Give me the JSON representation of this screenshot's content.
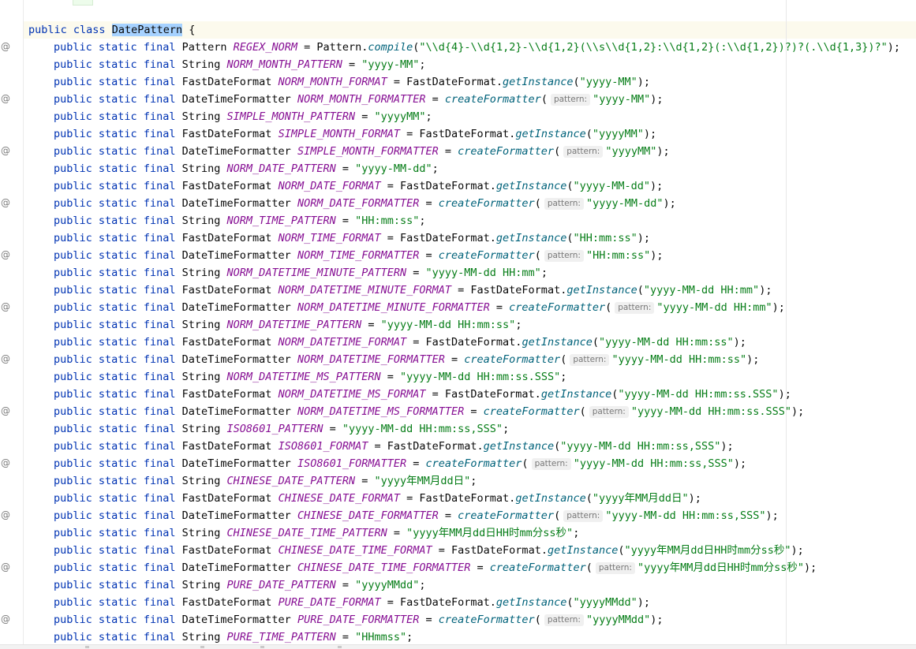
{
  "editor": {
    "class_declaration": {
      "keyword_public": "public",
      "keyword_class": "class",
      "name": "DatePattern",
      "brace": "{"
    },
    "gutter_marker": "@",
    "modifiers": [
      "public",
      "static",
      "final"
    ],
    "lines": [
      {
        "type": "Pattern",
        "name": "REGEX_NORM",
        "pre": "Pattern.",
        "call": "compile",
        "open": "(",
        "hint": "",
        "arg": "\"\\\\d{4}-\\\\d{1,2}-\\\\d{1,2}(\\\\s\\\\d{1,2}:\\\\d{1,2}(:\\\\d{1,2})?)?(.\\\\d{1,3})?\"",
        "close": ");",
        "marker": true
      },
      {
        "type": "String",
        "name": "NORM_MONTH_PATTERN",
        "arg": "\"yyyy-MM\"",
        "close": ";",
        "marker": false
      },
      {
        "type": "FastDateFormat",
        "name": "NORM_MONTH_FORMAT",
        "pre": "FastDateFormat.",
        "call": "getInstance",
        "open": "(",
        "hint": "",
        "arg": "\"yyyy-MM\"",
        "close": ");",
        "marker": false
      },
      {
        "type": "DateTimeFormatter",
        "name": "NORM_MONTH_FORMATTER",
        "pre": "",
        "call": "createFormatter",
        "open": "(",
        "hint": "pattern:",
        "arg": "\"yyyy-MM\"",
        "close": ");",
        "marker": true
      },
      {
        "type": "String",
        "name": "SIMPLE_MONTH_PATTERN",
        "arg": "\"yyyyMM\"",
        "close": ";",
        "marker": false
      },
      {
        "type": "FastDateFormat",
        "name": "SIMPLE_MONTH_FORMAT",
        "pre": "FastDateFormat.",
        "call": "getInstance",
        "open": "(",
        "hint": "",
        "arg": "\"yyyyMM\"",
        "close": ");",
        "marker": false
      },
      {
        "type": "DateTimeFormatter",
        "name": "SIMPLE_MONTH_FORMATTER",
        "pre": "",
        "call": "createFormatter",
        "open": "(",
        "hint": "pattern:",
        "arg": "\"yyyyMM\"",
        "close": ");",
        "marker": true
      },
      {
        "type": "String",
        "name": "NORM_DATE_PATTERN",
        "arg": "\"yyyy-MM-dd\"",
        "close": ";",
        "marker": false
      },
      {
        "type": "FastDateFormat",
        "name": "NORM_DATE_FORMAT",
        "pre": "FastDateFormat.",
        "call": "getInstance",
        "open": "(",
        "hint": "",
        "arg": "\"yyyy-MM-dd\"",
        "close": ");",
        "marker": false
      },
      {
        "type": "DateTimeFormatter",
        "name": "NORM_DATE_FORMATTER",
        "pre": "",
        "call": "createFormatter",
        "open": "(",
        "hint": "pattern:",
        "arg": "\"yyyy-MM-dd\"",
        "close": ");",
        "marker": true
      },
      {
        "type": "String",
        "name": "NORM_TIME_PATTERN",
        "arg": "\"HH:mm:ss\"",
        "close": ";",
        "marker": false
      },
      {
        "type": "FastDateFormat",
        "name": "NORM_TIME_FORMAT",
        "pre": "FastDateFormat.",
        "call": "getInstance",
        "open": "(",
        "hint": "",
        "arg": "\"HH:mm:ss\"",
        "close": ");",
        "marker": false
      },
      {
        "type": "DateTimeFormatter",
        "name": "NORM_TIME_FORMATTER",
        "pre": "",
        "call": "createFormatter",
        "open": "(",
        "hint": "pattern:",
        "arg": "\"HH:mm:ss\"",
        "close": ");",
        "marker": true
      },
      {
        "type": "String",
        "name": "NORM_DATETIME_MINUTE_PATTERN",
        "arg": "\"yyyy-MM-dd HH:mm\"",
        "close": ";",
        "marker": false
      },
      {
        "type": "FastDateFormat",
        "name": "NORM_DATETIME_MINUTE_FORMAT",
        "pre": "FastDateFormat.",
        "call": "getInstance",
        "open": "(",
        "hint": "",
        "arg": "\"yyyy-MM-dd HH:mm\"",
        "close": ");",
        "marker": false
      },
      {
        "type": "DateTimeFormatter",
        "name": "NORM_DATETIME_MINUTE_FORMATTER",
        "pre": "",
        "call": "createFormatter",
        "open": "(",
        "hint": "pattern:",
        "arg": "\"yyyy-MM-dd HH:mm\"",
        "close": ");",
        "marker": true
      },
      {
        "type": "String",
        "name": "NORM_DATETIME_PATTERN",
        "arg": "\"yyyy-MM-dd HH:mm:ss\"",
        "close": ";",
        "marker": false
      },
      {
        "type": "FastDateFormat",
        "name": "NORM_DATETIME_FORMAT",
        "pre": "FastDateFormat.",
        "call": "getInstance",
        "open": "(",
        "hint": "",
        "arg": "\"yyyy-MM-dd HH:mm:ss\"",
        "close": ");",
        "marker": false
      },
      {
        "type": "DateTimeFormatter",
        "name": "NORM_DATETIME_FORMATTER",
        "pre": "",
        "call": "createFormatter",
        "open": "(",
        "hint": "pattern:",
        "arg": "\"yyyy-MM-dd HH:mm:ss\"",
        "close": ");",
        "marker": true
      },
      {
        "type": "String",
        "name": "NORM_DATETIME_MS_PATTERN",
        "arg": "\"yyyy-MM-dd HH:mm:ss.SSS\"",
        "close": ";",
        "marker": false
      },
      {
        "type": "FastDateFormat",
        "name": "NORM_DATETIME_MS_FORMAT",
        "pre": "FastDateFormat.",
        "call": "getInstance",
        "open": "(",
        "hint": "",
        "arg": "\"yyyy-MM-dd HH:mm:ss.SSS\"",
        "close": ");",
        "marker": false
      },
      {
        "type": "DateTimeFormatter",
        "name": "NORM_DATETIME_MS_FORMATTER",
        "pre": "",
        "call": "createFormatter",
        "open": "(",
        "hint": "pattern:",
        "arg": "\"yyyy-MM-dd HH:mm:ss.SSS\"",
        "close": ");",
        "marker": true
      },
      {
        "type": "String",
        "name": "ISO8601_PATTERN",
        "arg": "\"yyyy-MM-dd HH:mm:ss,SSS\"",
        "close": ";",
        "marker": false
      },
      {
        "type": "FastDateFormat",
        "name": "ISO8601_FORMAT",
        "pre": "FastDateFormat.",
        "call": "getInstance",
        "open": "(",
        "hint": "",
        "arg": "\"yyyy-MM-dd HH:mm:ss,SSS\"",
        "close": ");",
        "marker": false
      },
      {
        "type": "DateTimeFormatter",
        "name": "ISO8601_FORMATTER",
        "pre": "",
        "call": "createFormatter",
        "open": "(",
        "hint": "pattern:",
        "arg": "\"yyyy-MM-dd HH:mm:ss,SSS\"",
        "close": ");",
        "marker": true
      },
      {
        "type": "String",
        "name": "CHINESE_DATE_PATTERN",
        "arg": "\"yyyy年MM月dd日\"",
        "close": ";",
        "marker": false
      },
      {
        "type": "FastDateFormat",
        "name": "CHINESE_DATE_FORMAT",
        "pre": "FastDateFormat.",
        "call": "getInstance",
        "open": "(",
        "hint": "",
        "arg": "\"yyyy年MM月dd日\"",
        "close": ");",
        "marker": false
      },
      {
        "type": "DateTimeFormatter",
        "name": "CHINESE_DATE_FORMATTER",
        "pre": "",
        "call": "createFormatter",
        "open": "(",
        "hint": "pattern:",
        "arg": "\"yyyy-MM-dd HH:mm:ss,SSS\"",
        "close": ");",
        "marker": true
      },
      {
        "type": "String",
        "name": "CHINESE_DATE_TIME_PATTERN",
        "arg": "\"yyyy年MM月dd日HH时mm分ss秒\"",
        "close": ";",
        "marker": false
      },
      {
        "type": "FastDateFormat",
        "name": "CHINESE_DATE_TIME_FORMAT",
        "pre": "FastDateFormat.",
        "call": "getInstance",
        "open": "(",
        "hint": "",
        "arg": "\"yyyy年MM月dd日HH时mm分ss秒\"",
        "close": ");",
        "marker": false
      },
      {
        "type": "DateTimeFormatter",
        "name": "CHINESE_DATE_TIME_FORMATTER",
        "pre": "",
        "call": "createFormatter",
        "open": "(",
        "hint": "pattern:",
        "arg": "\"yyyy年MM月dd日HH时mm分ss秒\"",
        "close": ");",
        "marker": true
      },
      {
        "type": "String",
        "name": "PURE_DATE_PATTERN",
        "arg": "\"yyyyMMdd\"",
        "close": ";",
        "marker": false
      },
      {
        "type": "FastDateFormat",
        "name": "PURE_DATE_FORMAT",
        "pre": "FastDateFormat.",
        "call": "getInstance",
        "open": "(",
        "hint": "",
        "arg": "\"yyyyMMdd\"",
        "close": ");",
        "marker": false
      },
      {
        "type": "DateTimeFormatter",
        "name": "PURE_DATE_FORMATTER",
        "pre": "",
        "call": "createFormatter",
        "open": "(",
        "hint": "pattern:",
        "arg": "\"yyyyMMdd\"",
        "close": ");",
        "marker": true
      },
      {
        "type": "String",
        "name": "PURE_TIME_PATTERN",
        "arg": "\"HHmmss\"",
        "close": ";",
        "marker": false
      }
    ]
  }
}
